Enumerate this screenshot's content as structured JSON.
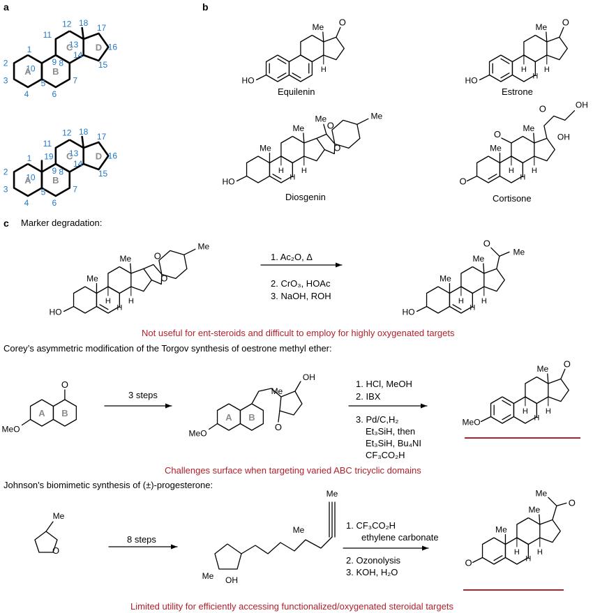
{
  "colors": {
    "accent_blue": "#1f78c8",
    "accent_red": "#b3202a",
    "ring_label_grey": "#8c8c8c"
  },
  "panels": {
    "a": "a",
    "b": "b",
    "c": "c"
  },
  "steroid_numbering": [
    "1",
    "2",
    "3",
    "4",
    "5",
    "6",
    "7",
    "8",
    "9",
    "10",
    "11",
    "12",
    "13",
    "14",
    "15",
    "16",
    "17"
  ],
  "methyl_numbers": {
    "c18": "18",
    "c19": "19"
  },
  "ring_letters": [
    "A",
    "B",
    "C",
    "D"
  ],
  "panel_b": {
    "compounds": [
      "Equilenin",
      "Estrone",
      "Diosgenin",
      "Cortisone"
    ]
  },
  "atom_labels": {
    "me": "Me",
    "o": "O",
    "ho": "HO",
    "oh": "OH",
    "h": "H",
    "meo": "MeO"
  },
  "marker": {
    "heading": "Marker degradation:",
    "step1": "1. Ac₂O, Δ",
    "step2": "2. CrO₃, HOAc",
    "step3": "3. NaOH, ROH",
    "note": "Not useful for ent-steroids and difficult to employ for highly oxygenated targets"
  },
  "corey": {
    "heading": "Corey’s asymmetric modification of the Torgov synthesis of oestrone methyl ether:",
    "arrow1": "3 steps",
    "steps": [
      "1. HCl, MeOH",
      "2. IBX",
      "3. Pd/C,H₂",
      "Et₃SiH, then",
      "Et₃SiH, Bu₄NI",
      "CF₃CO₂H"
    ],
    "note": "Challenges surface when targeting varied ABC tricyclic domains"
  },
  "johnson": {
    "heading": "Johnson's biomimetic synthesis of (±)-progesterone:",
    "arrow1": "8 steps",
    "steps": [
      "1. CF₃CO₂H",
      "ethylene carbonate",
      "2. Ozonolysis",
      "3. KOH, H₂O"
    ],
    "note": "Limited utility for efficiently accessing functionalized/oxygenated steroidal targets"
  }
}
